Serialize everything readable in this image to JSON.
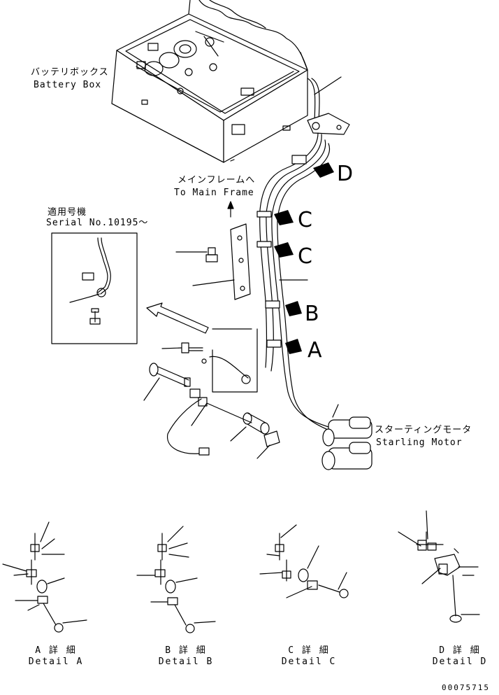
{
  "labels": {
    "battery_box_jp": "バッテリボックス",
    "battery_box_en": "Battery Box",
    "main_frame_jp": "メインフレームへ",
    "main_frame_en": "To Main Frame",
    "serial_jp": "適用号機",
    "serial_en": "Serial No.10195～",
    "starting_motor_jp": "スターティングモータ",
    "starting_motor_en": "Starling Motor"
  },
  "view_markers": [
    "D",
    "C",
    "C",
    "B",
    "A"
  ],
  "details": [
    {
      "jp": "A 詳 細",
      "en": "Detail A"
    },
    {
      "jp": "B 詳 細",
      "en": "Detail B"
    },
    {
      "jp": "C 詳 細",
      "en": "Detail C"
    },
    {
      "jp": "D 詳 細",
      "en": "Detail D"
    }
  ],
  "drawing_number": "00075715"
}
